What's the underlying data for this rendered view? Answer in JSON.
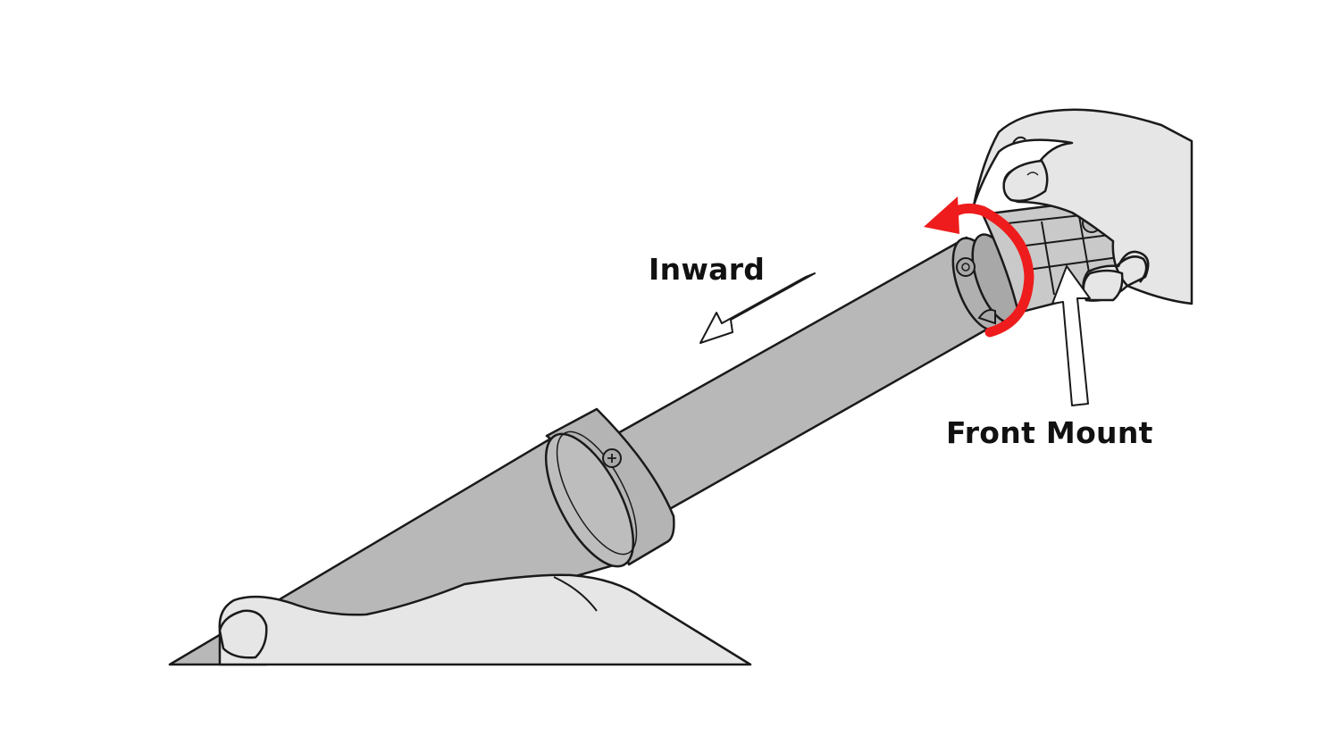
{
  "labels": {
    "inward": "Inward",
    "front_mount": "Front Mount"
  },
  "colors": {
    "background": "#ffffff",
    "pole_fill": "#b8b8b8",
    "hand_fill": "#e6e6e6",
    "outline": "#1a1a1a",
    "rotation_arrow": "#ee1c1c"
  },
  "icons": {
    "rotation": "rotate-counterclockwise-arrow",
    "direction": "hollow-arrow"
  }
}
